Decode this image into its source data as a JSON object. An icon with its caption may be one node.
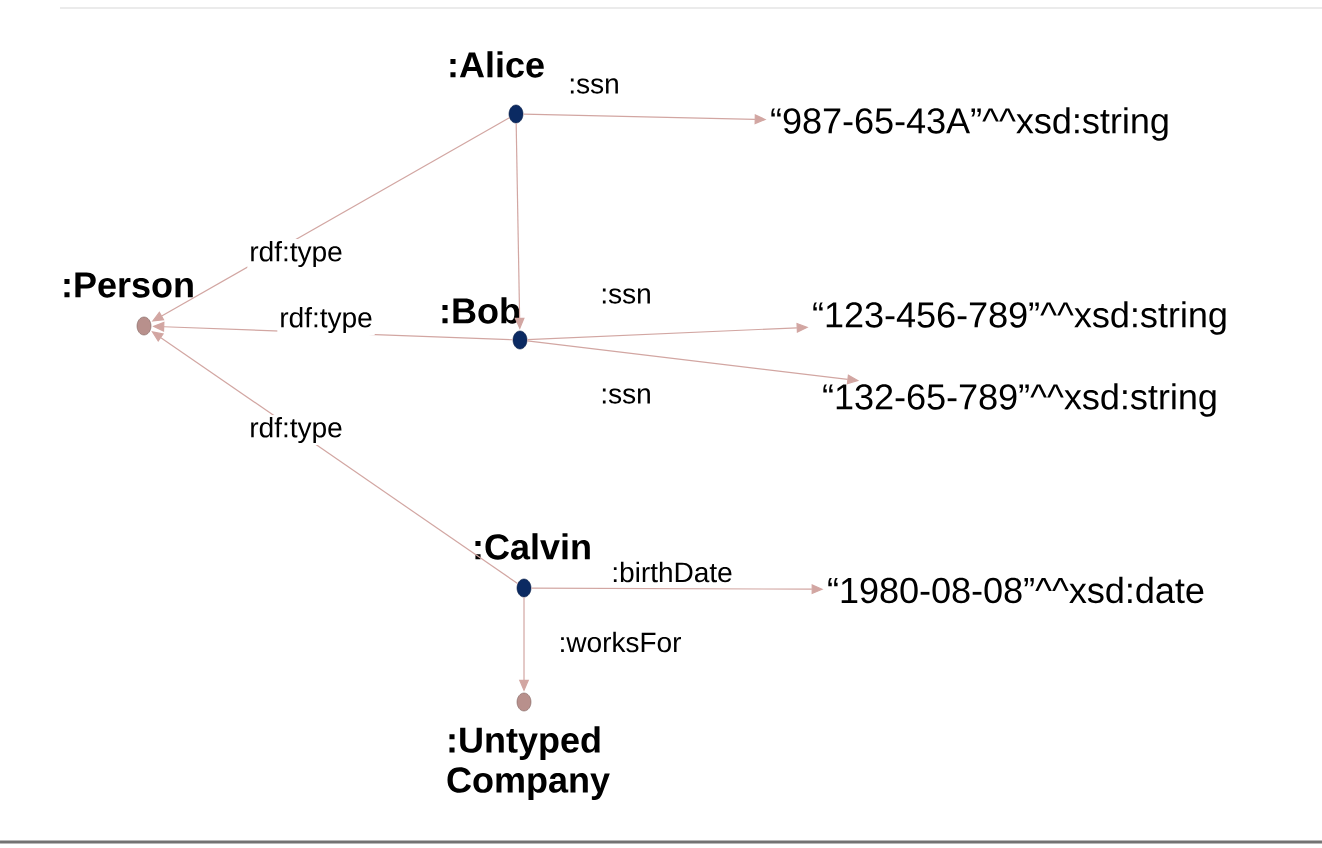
{
  "diagram": {
    "nodes": [
      {
        "text": [
          ":Person"
        ]
      },
      {
        "text": [
          ":Alice"
        ]
      },
      {
        "text": [
          "“987-65-43A”^^xsd:string"
        ]
      },
      {
        "text": [
          ":Bob"
        ]
      },
      {
        "text": [
          "“123-456-789”^^xsd:string"
        ]
      },
      {
        "text": [
          "“132-65-789”^^xsd:string"
        ]
      },
      {
        "text": [
          ":Calvin"
        ]
      },
      {
        "text": [
          "“1980-08-08”^^xsd:date"
        ]
      },
      {
        "text": [
          ":Untyped Company"
        ]
      }
    ],
    "edges": [
      {
        "from": 1,
        "to": 2,
        "arrow": "to",
        "label": ":ssn"
      },
      {
        "from": 1,
        "to": 0,
        "arrow": "to",
        "label": "rdf:type"
      },
      {
        "from": 1,
        "to": 3,
        "arrow": "to"
      },
      {
        "from": 3,
        "to": 0,
        "arrow": "to",
        "label": "rdf:type"
      },
      {
        "from": 3,
        "to": 4,
        "arrow": "to",
        "label": ":ssn"
      },
      {
        "from": 3,
        "to": 5,
        "arrow": "to",
        "label": ":ssn"
      },
      {
        "from": 6,
        "to": 0,
        "arrow": "to",
        "label": "rdf:type"
      },
      {
        "from": 6,
        "to": 7,
        "arrow": "to",
        "label": ":birthDate"
      },
      {
        "from": 6,
        "to": 8,
        "arrow": "to",
        "label": ":worksFor"
      }
    ]
  }
}
